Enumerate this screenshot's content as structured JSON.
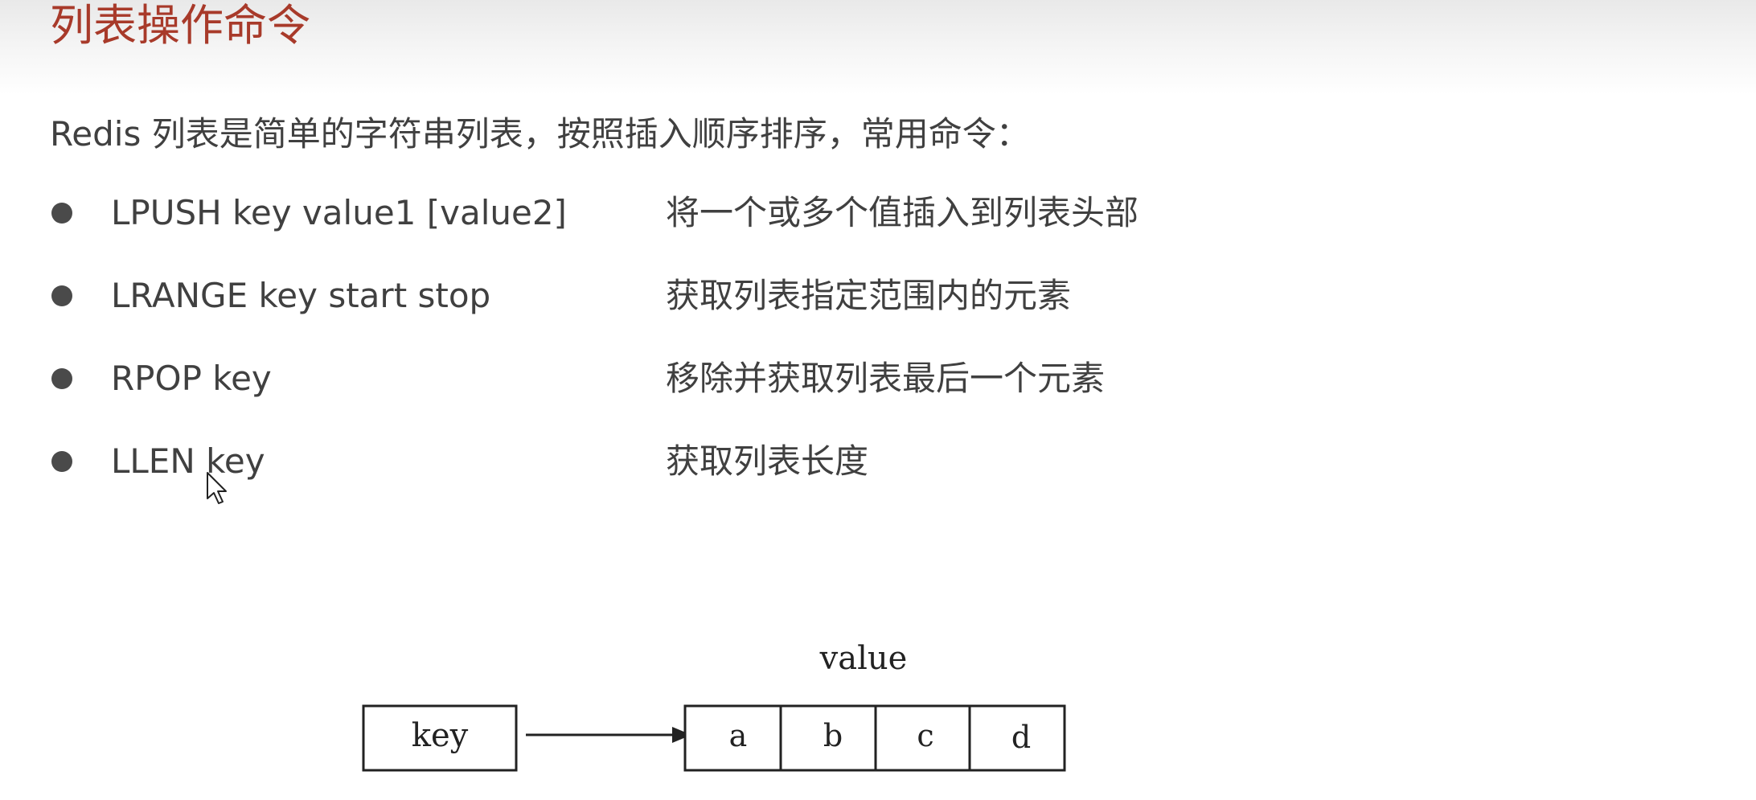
{
  "slide": {
    "title": "列表操作命令",
    "intro": "Redis 列表是简单的字符串列表，按照插入顺序排序，常用命令：",
    "commands": [
      {
        "syntax": "LPUSH key value1 [value2]",
        "description": "将一个或多个值插入到列表头部"
      },
      {
        "syntax": "LRANGE key start stop",
        "description": "获取列表指定范围内的元素"
      },
      {
        "syntax": "RPOP key",
        "description": "移除并获取列表最后一个元素"
      },
      {
        "syntax": "LLEN key",
        "description": "获取列表长度"
      }
    ]
  },
  "diagram": {
    "key_label": "key",
    "value_label": "value",
    "cells": [
      "a",
      "b",
      "c",
      "d"
    ]
  },
  "colors": {
    "title": "#a83a2a",
    "text": "#404040",
    "bullet": "#4a4a4a"
  },
  "icons": {
    "cursor": "mouse-pointer-icon",
    "bullet": "filled-circle"
  }
}
